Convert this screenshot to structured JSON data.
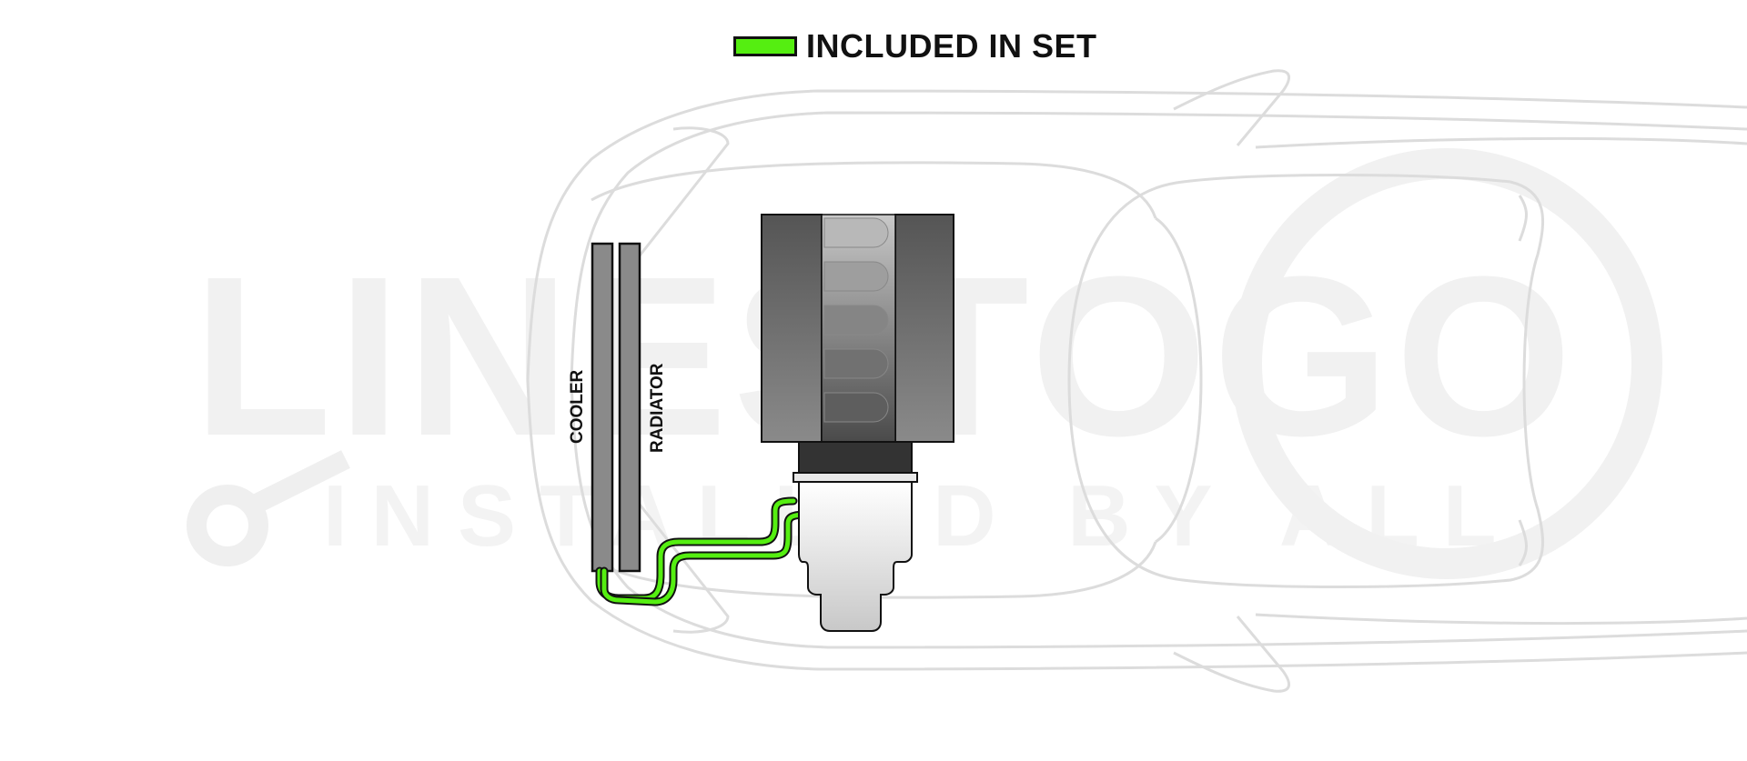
{
  "legend": {
    "label": "INCLUDED IN SET",
    "swatch_color": "#55ee11"
  },
  "watermark": {
    "title": "LINESTOGO",
    "subtitle": "INSTALLED BY ALL"
  },
  "components": {
    "cooler_label": "COOLER",
    "radiator_label": "RADIATOR"
  },
  "colors": {
    "included_line": "#55ee11",
    "car_outline": "#dcdcdc",
    "watermark": "#f1f1f1"
  }
}
